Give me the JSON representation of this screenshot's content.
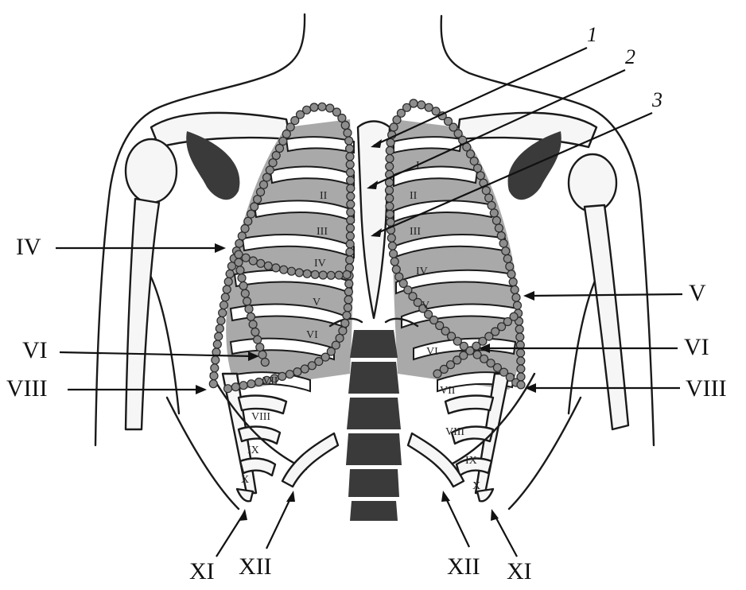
{
  "labels": {
    "top_numbers": [
      "1",
      "2",
      "3"
    ],
    "left_callouts": [
      "IV",
      "VI",
      "VIII"
    ],
    "right_callouts": [
      "V",
      "VI",
      "VIII"
    ],
    "bottom_callouts": [
      "XI",
      "XII",
      "XII",
      "XI"
    ],
    "left_rib_numbers": [
      "II",
      "III",
      "IV",
      "V",
      "VI",
      "VII",
      "VIII",
      "IX",
      "X"
    ],
    "right_rib_numbers": [
      "I",
      "II",
      "III",
      "IV",
      "V",
      "VI",
      "VII",
      "VIII",
      "IX",
      "X"
    ]
  }
}
